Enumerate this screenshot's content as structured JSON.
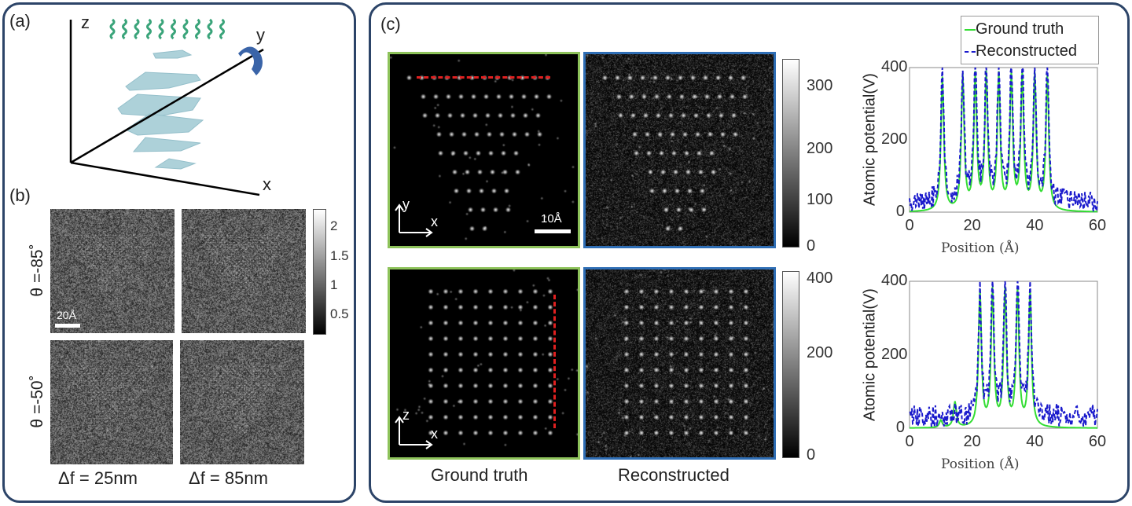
{
  "panels": {
    "a": "(a)",
    "b": "(b)",
    "c": "(c)"
  },
  "panel_a": {
    "axis_z": "z",
    "axis_y": "y",
    "axis_x": "x"
  },
  "panel_b": {
    "row_labels": [
      "θ =-85˚",
      "θ =-50˚"
    ],
    "col_labels": [
      "Δf = 25nm",
      "Δf = 85nm"
    ],
    "scale_bar": "20Å",
    "colorbar_ticks": [
      "2",
      "1.5",
      "1",
      "0.5"
    ]
  },
  "panel_c": {
    "col_labels": [
      "Ground truth",
      "Reconstructed"
    ],
    "scale_bar": "10Å",
    "top_axes": {
      "v": "y",
      "h": "x"
    },
    "bottom_axes": {
      "v": "z",
      "h": "x"
    },
    "colorbar_top_ticks": [
      "300",
      "200",
      "100",
      "0"
    ],
    "colorbar_bottom_ticks": [
      "400",
      "200",
      "0"
    ],
    "colors": {
      "ground_truth_border": "#8dc25a",
      "reconstructed_border": "#2f6eb5",
      "line_profile": "#e02020"
    }
  },
  "chart_data": [
    {
      "type": "line",
      "title": "",
      "xlabel": "Position (Å)",
      "ylabel": "Atomic potential(V)",
      "xlim": [
        0,
        60
      ],
      "ylim": [
        0,
        400
      ],
      "xticks": [
        "0",
        "20",
        "40",
        "60"
      ],
      "yticks": [
        "0",
        "200",
        "400"
      ],
      "legend": "top-right",
      "series": [
        {
          "name": "Ground truth",
          "color": "#33dd33",
          "style": "solid",
          "peaks": [
            [
              10.5,
              370
            ],
            [
              17,
              370
            ],
            [
              21,
              370
            ],
            [
              24.5,
              370
            ],
            [
              28.5,
              370
            ],
            [
              32.5,
              370
            ],
            [
              36,
              370
            ],
            [
              40,
              370
            ],
            [
              44,
              370
            ]
          ]
        },
        {
          "name": "Reconstructed",
          "color": "#1a1acc",
          "style": "dashed",
          "peaks": [
            [
              10.5,
              375
            ],
            [
              17,
              360
            ],
            [
              21,
              400
            ],
            [
              24.5,
              380
            ],
            [
              28.5,
              375
            ],
            [
              32.5,
              370
            ],
            [
              36,
              385
            ],
            [
              40,
              360
            ],
            [
              44,
              380
            ]
          ],
          "noise_level": 60
        }
      ]
    },
    {
      "type": "line",
      "title": "",
      "xlabel": "Position (Å)",
      "ylabel": "Atomic potential(V)",
      "xlim": [
        0,
        60
      ],
      "ylim": [
        0,
        400
      ],
      "xticks": [
        "0",
        "20",
        "40",
        "60"
      ],
      "yticks": [
        "0",
        "200",
        "400"
      ],
      "series": [
        {
          "name": "Ground truth",
          "color": "#33dd33",
          "style": "solid",
          "peaks": [
            [
              10,
              20
            ],
            [
              14.5,
              70
            ],
            [
              22.5,
              370
            ],
            [
              26.5,
              370
            ],
            [
              30.5,
              370
            ],
            [
              34.5,
              370
            ],
            [
              38.5,
              370
            ]
          ]
        },
        {
          "name": "Reconstructed",
          "color": "#1a1acc",
          "style": "dashed",
          "peaks": [
            [
              22.5,
              340
            ],
            [
              26.5,
              370
            ],
            [
              30.5,
              360
            ],
            [
              34.5,
              375
            ],
            [
              38.5,
              365
            ]
          ],
          "noise_level": 65
        }
      ]
    }
  ]
}
